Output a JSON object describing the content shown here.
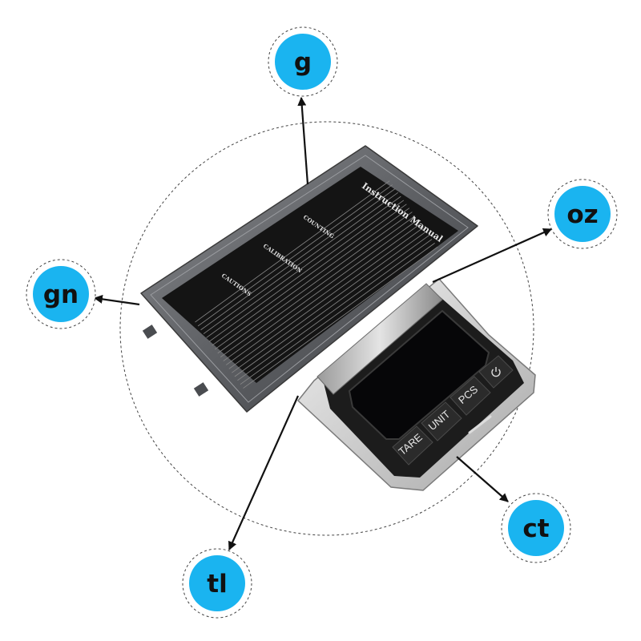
{
  "units": {
    "g": "g",
    "oz": "oz",
    "gn": "gn",
    "ct": "ct",
    "tl": "tl"
  },
  "manual": {
    "title": "Instruction Manual",
    "counting": "COUNTING",
    "calibration": "CALIBRATION",
    "cautions": "CAUTIONS"
  },
  "buttons": {
    "tare": "TARE",
    "unit": "UNIT",
    "pcs": "PCS",
    "power_icon": "power-icon"
  },
  "colors": {
    "badge": "#1ab4f0",
    "badge_text": "#111111",
    "arrow": "#111111",
    "lid": "#6a6c70",
    "label_panel": "#141414",
    "body_dark": "#1c1c1c",
    "lcd": "#060608"
  }
}
